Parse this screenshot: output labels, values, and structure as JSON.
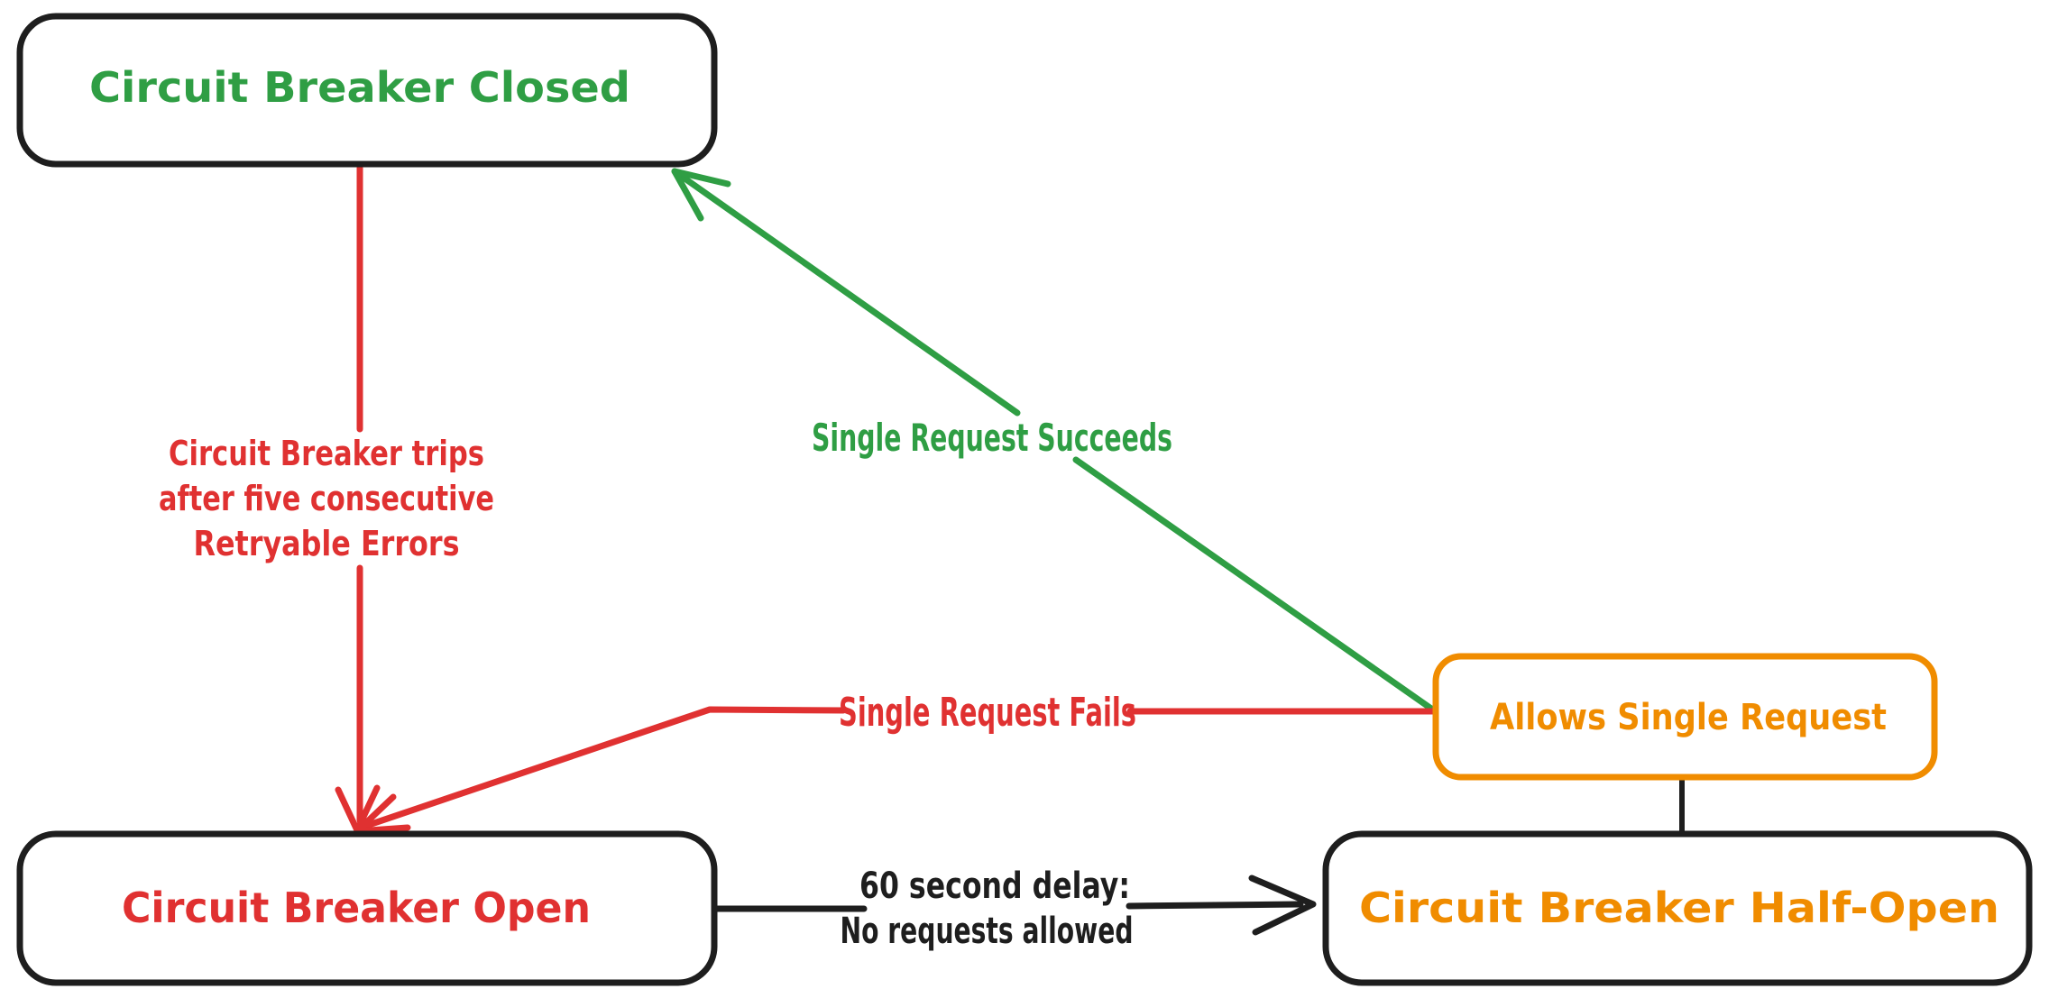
{
  "diagram": {
    "background": "#ffffff",
    "colors": {
      "green": "#2f9e44",
      "red": "#e03131",
      "orange": "#f08c00",
      "ink": "#1e1e1e"
    },
    "nodes": {
      "closed": {
        "label": "Circuit Breaker Closed"
      },
      "open": {
        "label": "Circuit Breaker Open"
      },
      "half_open": {
        "label": "Circuit Breaker Half-Open"
      },
      "allows_single_request": {
        "label": "Allows Single Request"
      }
    },
    "edges": {
      "trips": {
        "label_lines": [
          "Circuit Breaker trips",
          "after five consecutive",
          "Retryable Errors"
        ],
        "from": "closed",
        "to": "open"
      },
      "succeeds": {
        "label": "Single Request Succeeds",
        "from": "allows_single_request",
        "to": "closed"
      },
      "fails": {
        "label": "Single Request Fails",
        "from": "allows_single_request",
        "to": "open"
      },
      "delay": {
        "label_lines": [
          "60 second delay:",
          "No requests allowed"
        ],
        "from": "open",
        "to": "half_open"
      },
      "half_open_to_allows": {
        "label": "",
        "from": "half_open",
        "to": "allows_single_request"
      }
    }
  }
}
